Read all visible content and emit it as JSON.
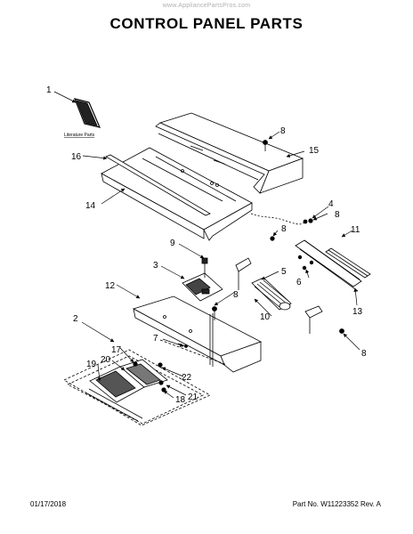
{
  "header": {
    "watermark": "www.AppliancePartsPros.com",
    "title": "CONTROL PANEL PARTS"
  },
  "diagram": {
    "literature_label": "Literature Parts",
    "callouts": {
      "c1": "1",
      "c2": "2",
      "c3": "3",
      "c4": "4",
      "c5": "5",
      "c6": "6",
      "c7": "7",
      "c8a": "8",
      "c8b": "8",
      "c8c": "8",
      "c8d": "8",
      "c8e": "8",
      "c9": "9",
      "c10": "10",
      "c11": "11",
      "c12": "12",
      "c13": "13",
      "c14": "14",
      "c15": "15",
      "c16": "16",
      "c17": "17",
      "c18": "18",
      "c19": "19",
      "c20": "20",
      "c21": "21",
      "c22": "22"
    }
  },
  "footer": {
    "date": "01/17/2018",
    "part_info": "Part No.  W11223352  Rev. A"
  }
}
